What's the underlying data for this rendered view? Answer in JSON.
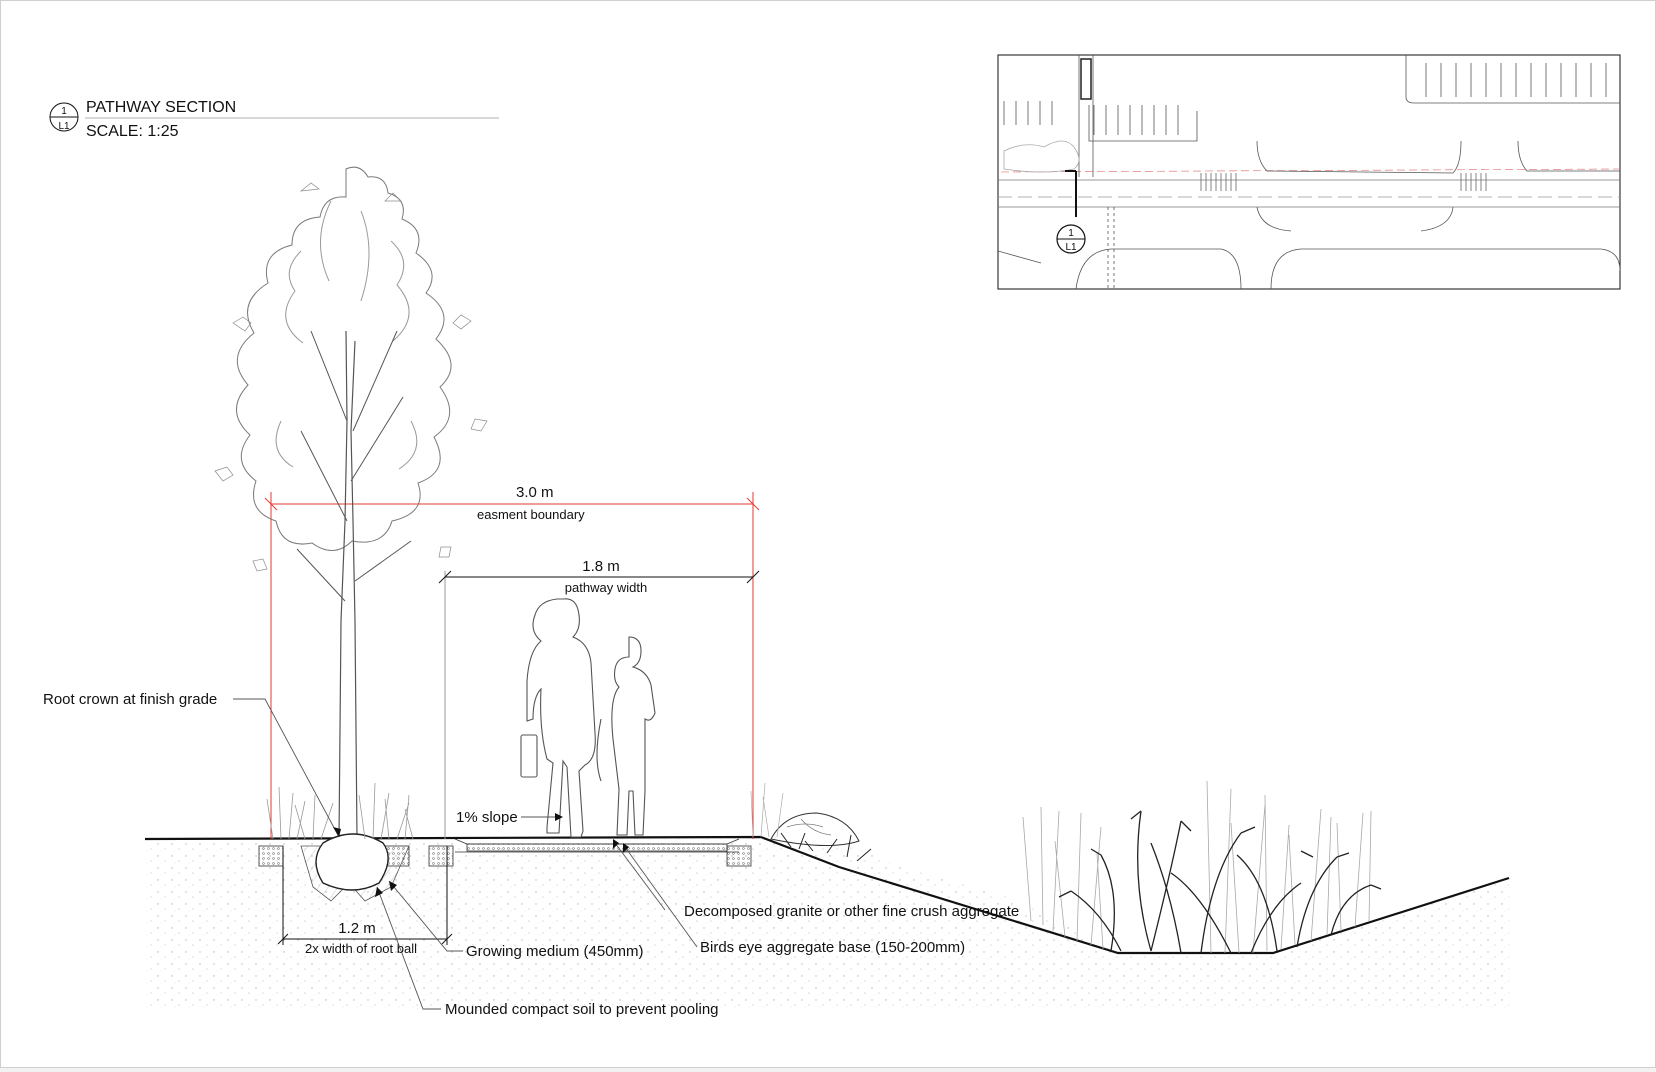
{
  "header": {
    "callout_number": "1",
    "callout_sheet": "L1",
    "title": "PATHWAY SECTION",
    "scale": "SCALE: 1:25"
  },
  "key_plan": {
    "callout_number": "1",
    "callout_sheet": "L1"
  },
  "dimensions": {
    "easement_value": "3.0 m",
    "easement_label": "easment boundary",
    "pathway_value": "1.8 m",
    "pathway_label": "pathway width",
    "rootball_value": "1.2 m",
    "rootball_label": "2x width of root ball"
  },
  "annotations": {
    "root_crown": "Root crown at finish grade",
    "slope": "1% slope",
    "decomposed_granite": "Decomposed granite or other fine crush aggregate",
    "growing_medium": "Growing medium (450mm)",
    "aggregate_base": "Birds eye aggregate base (150-200mm)",
    "mounded_soil": "Mounded compact soil to prevent pooling"
  },
  "colors": {
    "line": "#111111",
    "dimension_red": "#e53935",
    "drawing_grey": "#8a8a8a",
    "soil_dot": "#b5b5b5"
  }
}
